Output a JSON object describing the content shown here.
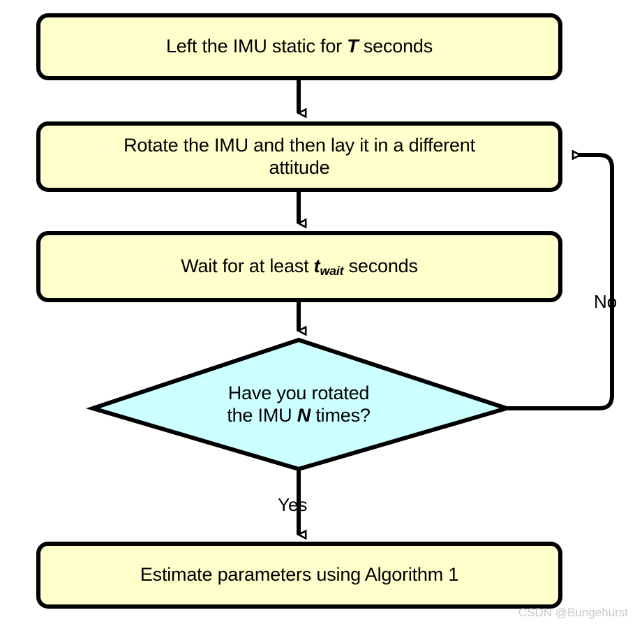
{
  "diagram": {
    "type": "flowchart",
    "title_visible": false,
    "colors": {
      "process_fill": "#FFFFCC",
      "decision_fill": "#CCFFFF",
      "stroke": "#000000",
      "arrow_fill": "#FFFFFF",
      "watermark": "#C9C9C9",
      "background": "#FFFFFF"
    },
    "nodes": [
      {
        "id": "n1",
        "shape": "rounded-rectangle",
        "text": "Left the IMU static for T seconds",
        "text_pre": "Left the IMU static for ",
        "var": "T",
        "var_sub": "",
        "text_post": " seconds"
      },
      {
        "id": "n2",
        "shape": "rounded-rectangle",
        "text": "Rotate the IMU and then lay it in a different attitude",
        "line1": "Rotate the IMU and then lay it in a different",
        "line2": "attitude"
      },
      {
        "id": "n3",
        "shape": "rounded-rectangle",
        "text": "Wait for at least t_wait seconds",
        "text_pre": "Wait for at least ",
        "var": "t",
        "var_sub": "wait",
        "text_post": " seconds"
      },
      {
        "id": "n4",
        "shape": "diamond",
        "text": "Have you rotated the IMU N times?",
        "line1": "Have you rotated",
        "line2_pre": "the IMU ",
        "var": "N",
        "line2_post": " times?"
      },
      {
        "id": "n5",
        "shape": "rounded-rectangle",
        "text": "Estimate parameters using Algorithm 1"
      }
    ],
    "edges": [
      {
        "id": "e1",
        "from": "n1",
        "to": "n2",
        "label": ""
      },
      {
        "id": "e2",
        "from": "n2",
        "to": "n3",
        "label": ""
      },
      {
        "id": "e3",
        "from": "n3",
        "to": "n4",
        "label": ""
      },
      {
        "id": "e4",
        "from": "n4",
        "to": "n5",
        "label": "Yes"
      },
      {
        "id": "e5",
        "from": "n4",
        "to": "n2",
        "label": "No"
      }
    ]
  },
  "watermark": {
    "text": "CSDN @Bungehurst"
  }
}
